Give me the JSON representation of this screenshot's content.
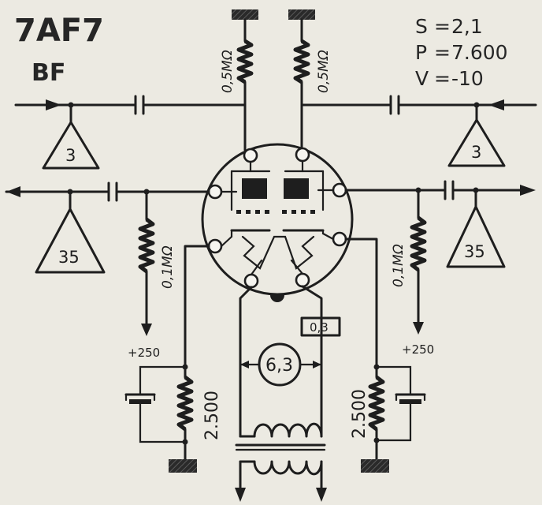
{
  "tube": {
    "type": "7AF7",
    "mode": "BF"
  },
  "specs": [
    {
      "key": "S",
      "value": "2,1"
    },
    {
      "key": "P",
      "value": "7.600"
    },
    {
      "key": "V",
      "value": "-10"
    }
  ],
  "labels": {
    "plate_res_left": "0,5MΩ",
    "plate_res_right": "0,5MΩ",
    "grid_res_left": "0,1MΩ",
    "grid_res_right": "0,1MΩ",
    "supply_left": "+250",
    "supply_right": "+250",
    "cathode_res_left": "2.500",
    "cathode_res_right": "2.500",
    "heater_current": "0,3",
    "heater_voltage": "6,3"
  },
  "triangles": {
    "top_left": "3",
    "top_right": "3",
    "bottom_left": "35",
    "bottom_right": "35"
  }
}
